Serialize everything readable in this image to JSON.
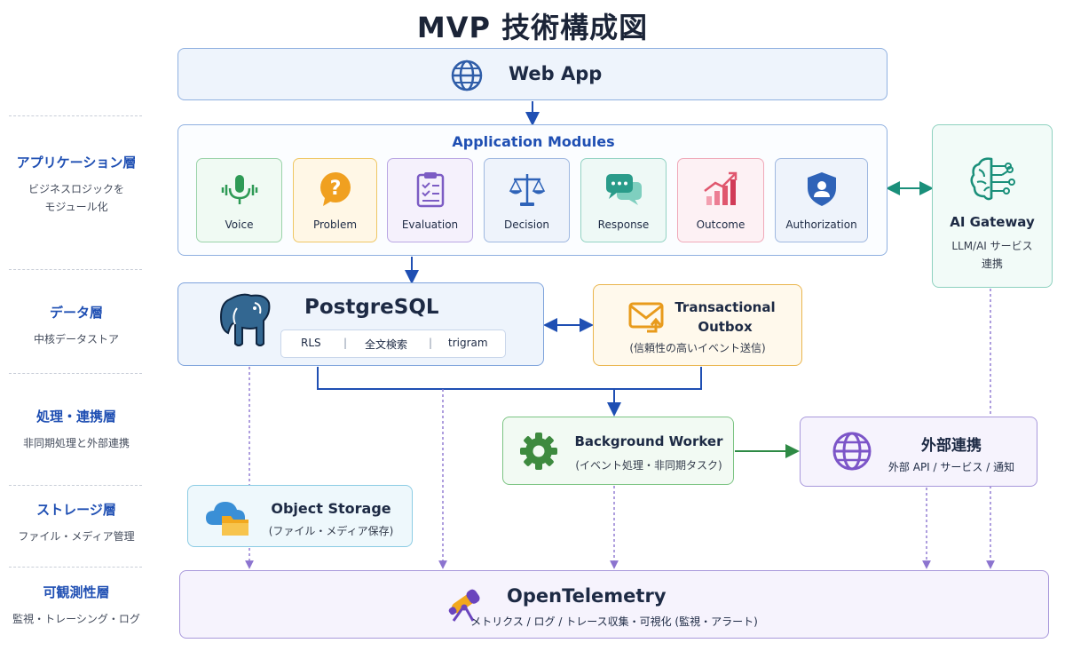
{
  "title": "MVP 技術構成図",
  "layers": [
    {
      "name": "アプリケーション層",
      "desc1": "ビジネスロジックを",
      "desc2": "モジュール化"
    },
    {
      "name": "データ層",
      "desc1": "中核データストア",
      "desc2": ""
    },
    {
      "name": "処理・連携層",
      "desc1": "非同期処理と外部連携",
      "desc2": ""
    },
    {
      "name": "ストレージ層",
      "desc1": "ファイル・メディア管理",
      "desc2": ""
    },
    {
      "name": "可観測性層",
      "desc1": "監視・トレーシング・ログ",
      "desc2": ""
    }
  ],
  "web_app": {
    "label": "Web App",
    "icon": "globe-icon"
  },
  "app_modules": {
    "label": "Application Modules",
    "modules": [
      {
        "label": "Voice",
        "icon": "microphone-icon",
        "color": "#2e9a55"
      },
      {
        "label": "Problem",
        "icon": "question-bubble-icon",
        "color": "#f0a020"
      },
      {
        "label": "Evaluation",
        "icon": "clipboard-check-icon",
        "color": "#7c5cc4"
      },
      {
        "label": "Decision",
        "icon": "scales-icon",
        "color": "#2f63b8"
      },
      {
        "label": "Response",
        "icon": "chat-bubbles-icon",
        "color": "#2a9c8a"
      },
      {
        "label": "Outcome",
        "icon": "growth-chart-icon",
        "color": "#e0576e"
      },
      {
        "label": "Authorization",
        "icon": "shield-user-icon",
        "color": "#2f63b8"
      }
    ]
  },
  "ai_gateway": {
    "label": "AI Gateway",
    "desc1": "LLM/AI サービス",
    "desc2": "連携",
    "icon": "brain-circuit-icon"
  },
  "postgres": {
    "label": "PostgreSQL",
    "features": [
      "RLS",
      "全文検索",
      "trigram"
    ],
    "icon": "elephant-icon"
  },
  "outbox": {
    "label1": "Transactional",
    "label2": "Outbox",
    "desc": "(信頼性の高いイベント送信)",
    "icon": "envelope-icon"
  },
  "background_worker": {
    "label": "Background Worker",
    "desc": "(イベント処理・非同期タスク)",
    "icon": "gear-icon"
  },
  "external": {
    "label": "外部連携",
    "desc": "外部 API / サービス / 通知",
    "icon": "globe-icon"
  },
  "object_storage": {
    "label": "Object Storage",
    "desc": "(ファイル・メディア保存)",
    "icon": "cloud-folder-icon"
  },
  "opentelemetry": {
    "label": "OpenTelemetry",
    "desc": "メトリクス / ログ / トレース収集・可視化 (監視・アラート)",
    "icon": "telescope-icon"
  }
}
